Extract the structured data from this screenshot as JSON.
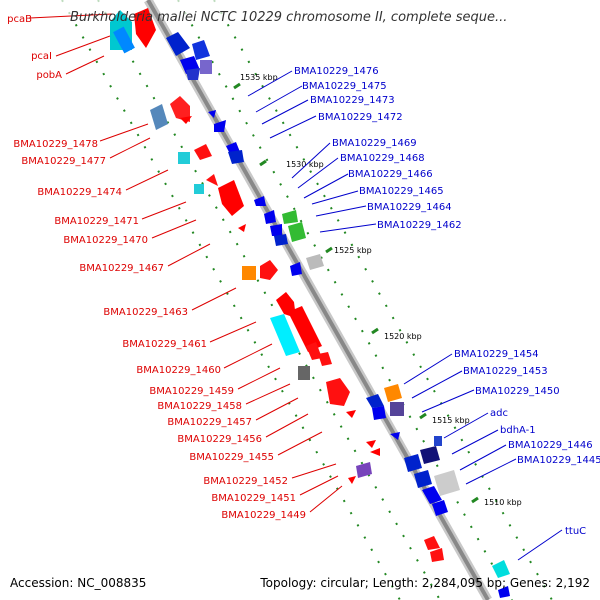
{
  "title": "Burkholderia mallei NCTC 10229 chromosome II, complete seque...",
  "footer": {
    "accession": "Accession: NC_008835",
    "topology": "Topology: circular; Length: 2,284,095 bp; Genes: 2,192"
  },
  "colors": {
    "reverse_label": "#dd0000",
    "forward_label": "#0000cc",
    "backbone": "#888888",
    "tick": "#228822"
  },
  "ticks": [
    "1535 kbp",
    "1530 kbp",
    "1525 kbp",
    "1520 kbp",
    "1515 kbp",
    "1510 kbp"
  ],
  "reverse_genes": [
    "pcaB",
    "pcaI",
    "pobA",
    "BMA10229_1478",
    "BMA10229_1477",
    "BMA10229_1474",
    "BMA10229_1471",
    "BMA10229_1470",
    "BMA10229_1467",
    "BMA10229_1463",
    "BMA10229_1461",
    "BMA10229_1460",
    "BMA10229_1459",
    "BMA10229_1458",
    "BMA10229_1457",
    "BMA10229_1456",
    "BMA10229_1455",
    "BMA10229_1452",
    "BMA10229_1451",
    "BMA10229_1449"
  ],
  "forward_genes": [
    "BMA10229_1476",
    "BMA10229_1475",
    "BMA10229_1473",
    "BMA10229_1472",
    "BMA10229_1469",
    "BMA10229_1468",
    "BMA10229_1466",
    "BMA10229_1465",
    "BMA10229_1464",
    "BMA10229_1462",
    "BMA10229_1454",
    "BMA10229_1453",
    "BMA10229_1450",
    "adc",
    "bdhA-1",
    "BMA10229_1446",
    "BMA10229_1445",
    "ttuC"
  ]
}
